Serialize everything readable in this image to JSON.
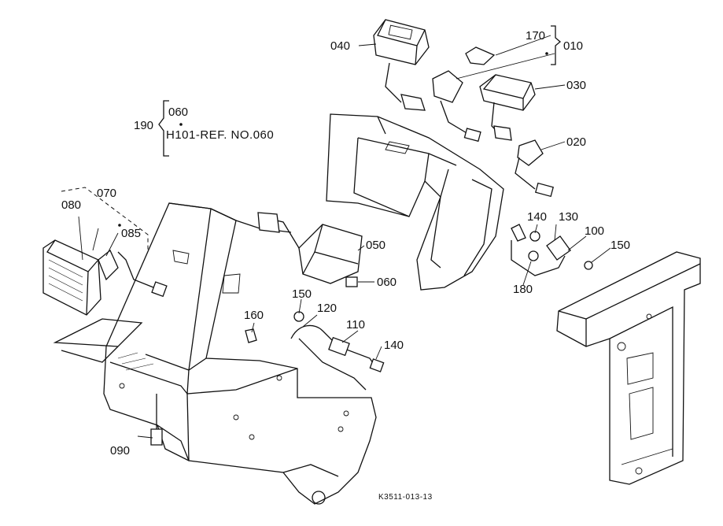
{
  "callouts": {
    "p010": "010",
    "p020": "020",
    "p030": "030",
    "p040": "040",
    "p050": "050",
    "p060_top": "060",
    "p060": "060",
    "p070": "070",
    "p080": "080",
    "p085": "085",
    "p090": "090",
    "p100": "100",
    "p110": "110",
    "p120": "120",
    "p130": "130",
    "p140_a": "140",
    "p140_b": "140",
    "p150_a": "150",
    "p150_b": "150",
    "p160": "160",
    "p170": "170",
    "p180": "180",
    "p190": "190"
  },
  "reference_note": "H101-REF. NO.060",
  "drawing_code": "K3511-013-13"
}
